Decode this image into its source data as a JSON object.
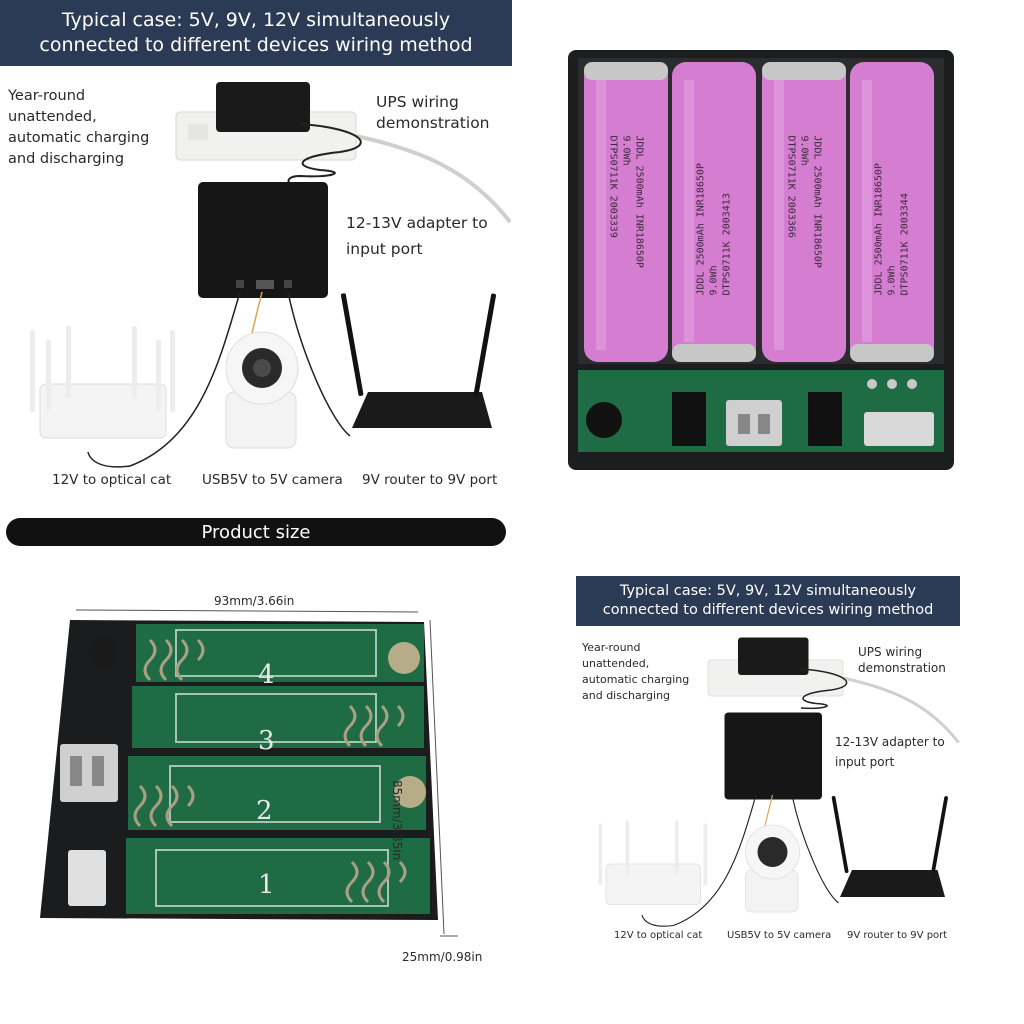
{
  "wiring_top": {
    "banner": "Typical case: 5V, 9V, 12V simultaneously\nconnected to different devices wiring method",
    "year_round": "Year-round\nunattended,\nautomatic charging\nand discharging",
    "ups": "UPS wiring\ndemonstration",
    "adapter": "12-13V adapter to\ninput port",
    "cap_12v": "12V to optical cat",
    "cap_usb": "USB5V to 5V camera",
    "cap_9v": "9V router to 9V port"
  },
  "battery_photo": {
    "cells": [
      {
        "line1": "JDDL 2500mAh INR18650P 9.0Wh",
        "line2": "DTPS0711K  2003339"
      },
      {
        "line1": "JDDL 2500mAh INR18650P 9.0Wh",
        "line2": "DTPS0711K  2003413"
      },
      {
        "line1": "JDDL 2500mAh INR18650P 9.0Wh",
        "line2": "DTPS0711K  2003366"
      },
      {
        "line1": "JDDL 2500mAh INR18650P 9.0Wh",
        "line2": "DTPS0711K  2003344"
      }
    ]
  },
  "product_size": {
    "title": "Product size",
    "width_dim": "93mm/3.66in",
    "height_dim": "85mm/3.35in",
    "depth_dim": "25mm/0.98in",
    "slot_numbers": [
      "4",
      "3",
      "2",
      "1"
    ]
  },
  "wiring_bottom": {
    "banner": "Typical case: 5V, 9V, 12V simultaneously\nconnected to different devices wiring method",
    "year_round": "Year-round\nunattended,\nautomatic charging\nand discharging",
    "ups": "UPS wiring\ndemonstration",
    "adapter": "12-13V adapter to\ninput port",
    "cap_12v": "12V to optical cat",
    "cap_usb": "USB5V to 5V camera",
    "cap_9v": "9V router to 9V port"
  },
  "colors": {
    "banner": "#2c3b55",
    "battery": "#d57ed1",
    "pcb": "#1e6b44",
    "case": "#1b1d1f"
  }
}
